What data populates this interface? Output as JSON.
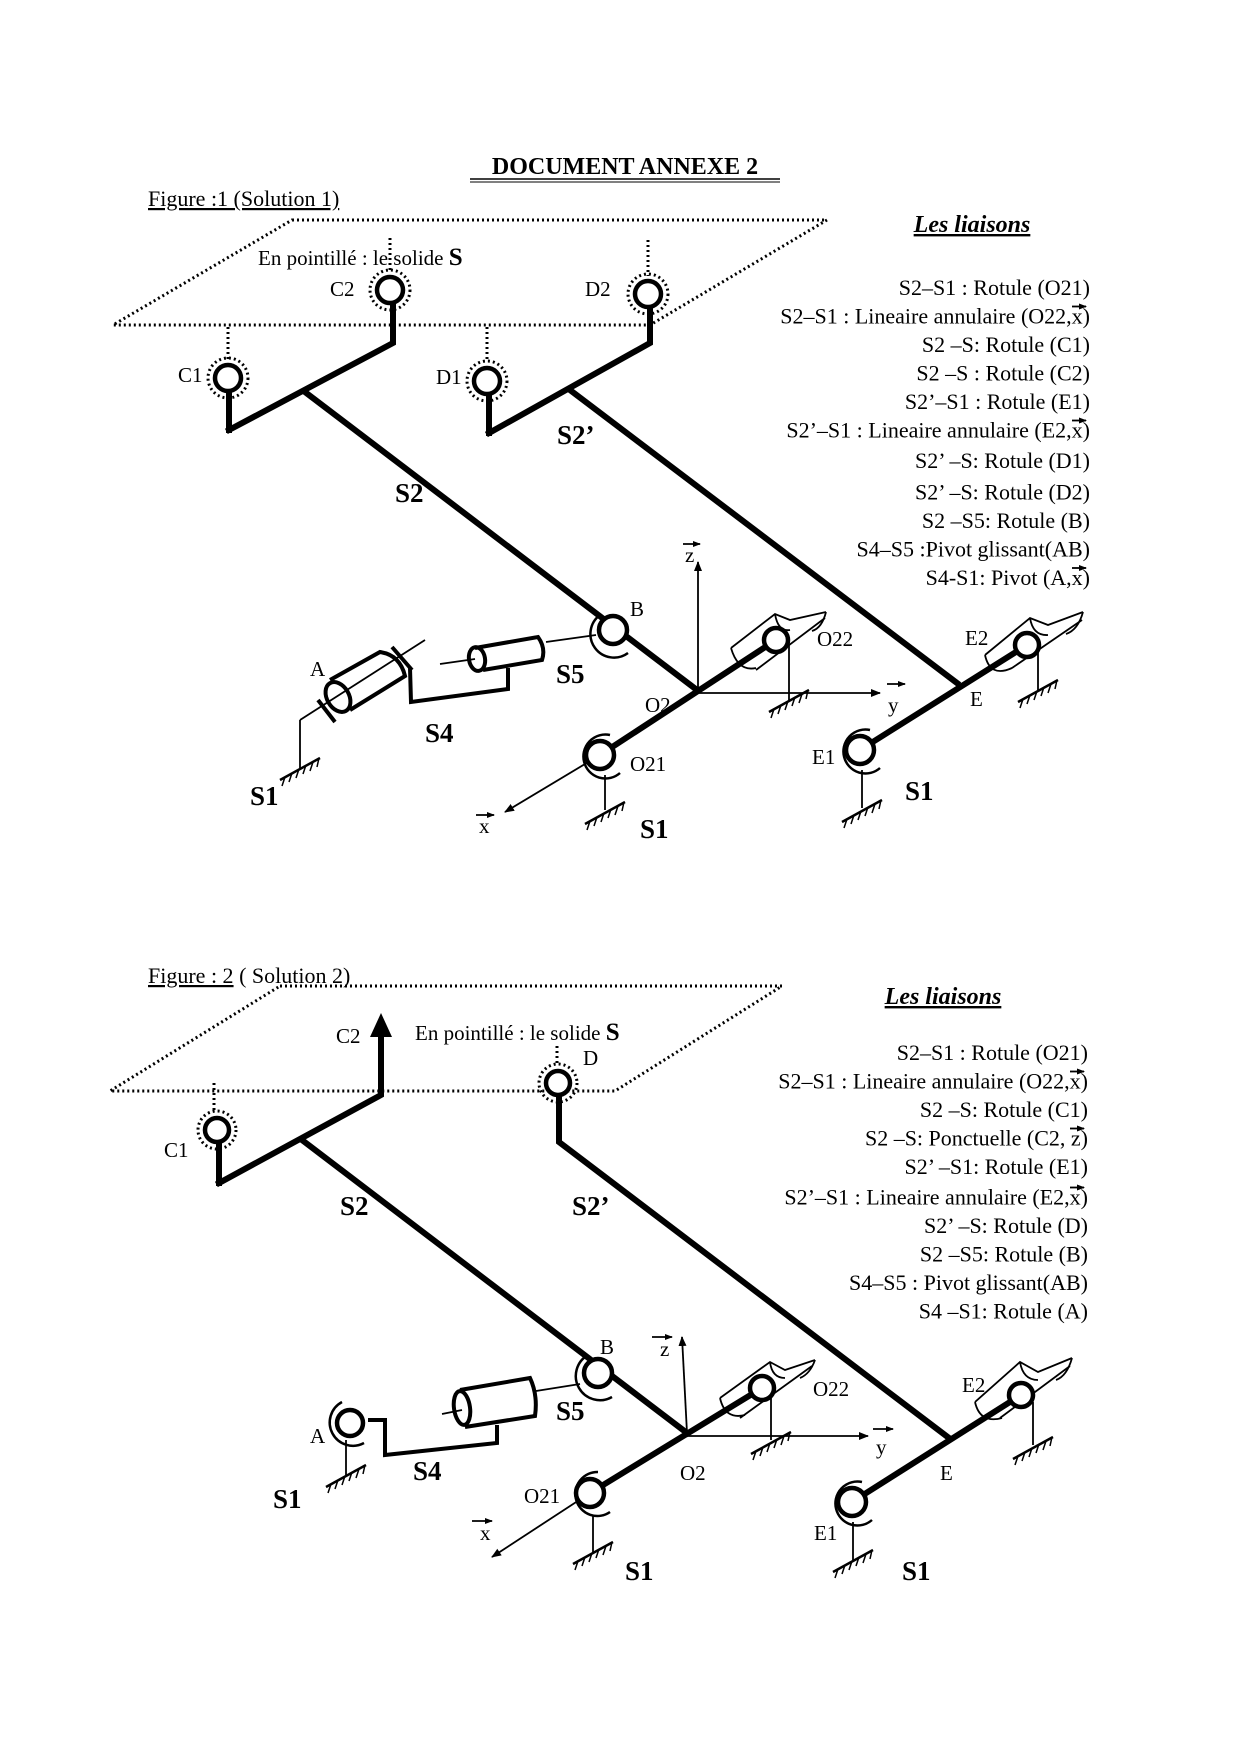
{
  "document": {
    "title": "DOCUMENT ANNEXE 2"
  },
  "figure1": {
    "caption": "Figure :1  (Solution 1)",
    "solid_note_prefix": "En pointillé : le solide ",
    "solid_note_symbol": "S",
    "liaisons_heading": "Les   liaisons",
    "liaisons": [
      "S2–S1 : Rotule (O21)",
      "S2–S1 : Lineaire annulaire (O22,x)",
      "S2 –S: Rotule (C1)",
      "S2 –S : Rotule (C2)",
      "S2’–S1 : Rotule (E1)",
      "S2’–S1 : Lineaire annulaire (E2,x)",
      "S2’ –S: Rotule (D1)",
      "S2’ –S: Rotule (D2)",
      "S2 –S5: Rotule (B)",
      "S4–S5 :Pivot glissant(AB)",
      "S4-S1: Pivot (A,x)"
    ],
    "points": {
      "C1": "C1",
      "C2": "C2",
      "D1": "D1",
      "D2": "D2",
      "A": "A",
      "B": "B",
      "O2": "O2",
      "O21": "O21",
      "O22": "O22",
      "E": "E",
      "E1": "E1",
      "E2": "E2"
    },
    "solids": {
      "S2": "S2",
      "S2p": "S2’",
      "S4": "S4",
      "S5": "S5",
      "S1": "S1"
    },
    "axes": {
      "x": "x",
      "y": "y",
      "z": "z"
    }
  },
  "figure2": {
    "caption_underlined": "Figure : 2",
    "caption_rest": " ( Solution 2)",
    "solid_note_prefix": "En pointillé : le solide ",
    "solid_note_symbol": "S",
    "liaisons_heading": "Les   liaisons",
    "liaisons": [
      "S2–S1 : Rotule (O21)",
      "S2–S1 : Lineaire annulaire (O22,x)",
      "S2 –S: Rotule (C1)",
      "S2 –S: Ponctuelle (C2, z)",
      "S2’ –S1: Rotule (E1)",
      "S2’–S1 : Lineaire annulaire (E2,x)",
      "S2’ –S: Rotule (D)",
      "S2 –S5: Rotule (B)",
      "S4–S5 : Pivot glissant(AB)",
      "S4 –S1: Rotule (A)"
    ],
    "points": {
      "C1": "C1",
      "C2": "C2",
      "D": "D",
      "A": "A",
      "B": "B",
      "O2": "O2",
      "O21": "O21",
      "O22": "O22",
      "E": "E",
      "E1": "E1",
      "E2": "E2"
    },
    "solids": {
      "S2": "S2",
      "S2p": "S2’",
      "S4": "S4",
      "S5": "S5",
      "S1": "S1"
    },
    "axes": {
      "x": "x",
      "y": "y",
      "z": "z"
    }
  }
}
